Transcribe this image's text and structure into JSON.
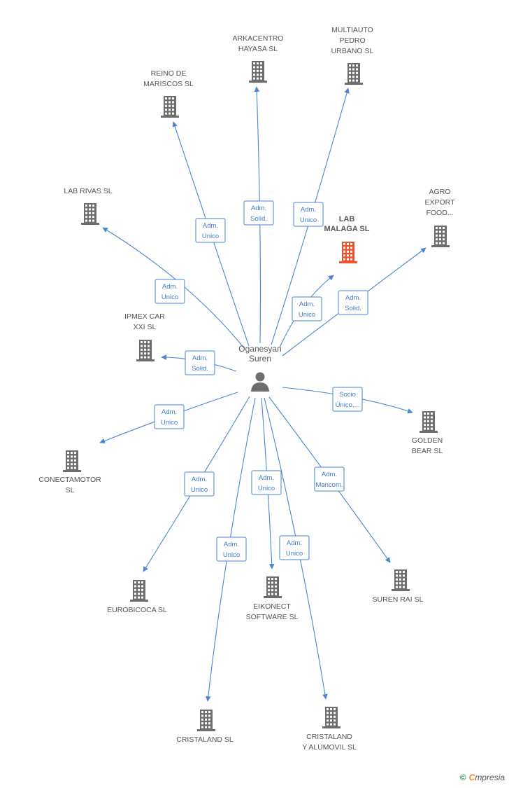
{
  "center": {
    "name_lines": [
      "Oganesyan",
      "Suren"
    ],
    "icon": "person-icon"
  },
  "colors": {
    "edge": "#4a86d1",
    "edge_text": "#3f7dc8",
    "building": "#6d6d6d",
    "building_highlight": "#f0522b",
    "person": "#6d6d6d"
  },
  "companies": [
    {
      "id": "arkacentro",
      "lines": [
        "ARKACENTRO",
        "HAYASA SL"
      ],
      "icon": "building-icon",
      "edge": [
        "Adm.",
        "Solid."
      ]
    },
    {
      "id": "multiauto",
      "lines": [
        "MULTIAUTO",
        "PEDRO",
        "URBANO SL"
      ],
      "icon": "building-icon",
      "edge": [
        "Adm.",
        "Unico"
      ]
    },
    {
      "id": "reino",
      "lines": [
        "REINO DE",
        "MARISCOS SL"
      ],
      "icon": "building-icon",
      "edge": [
        "Adm.",
        "Unico"
      ]
    },
    {
      "id": "labrivas",
      "lines": [
        "LAB RIVAS SL"
      ],
      "icon": "building-icon",
      "edge": [
        "Adm.",
        "Unico"
      ]
    },
    {
      "id": "labmalaga",
      "lines": [
        "LAB",
        "MALAGA SL"
      ],
      "icon": "building-icon",
      "highlight": true,
      "edge": [
        "Adm.",
        "Unico"
      ]
    },
    {
      "id": "agro",
      "lines": [
        "AGRO",
        "EXPORT",
        "FOOD..."
      ],
      "icon": "building-icon",
      "edge": [
        "Adm.",
        "Solid."
      ]
    },
    {
      "id": "ipmex",
      "lines": [
        "IPMEX CAR",
        "XXI SL"
      ],
      "icon": "building-icon",
      "edge": [
        "Adm.",
        "Solid."
      ]
    },
    {
      "id": "golden",
      "lines": [
        "GOLDEN",
        "BEAR SL"
      ],
      "icon": "building-icon",
      "edge": [
        "Socio",
        "Único,..."
      ]
    },
    {
      "id": "conecta",
      "lines": [
        "CONECTAMOTOR",
        "SL"
      ],
      "icon": "building-icon",
      "edge": [
        "Adm.",
        "Unico"
      ]
    },
    {
      "id": "eurobi",
      "lines": [
        "EUROBICOCA SL"
      ],
      "icon": "building-icon",
      "edge": [
        "Adm.",
        "Unico"
      ]
    },
    {
      "id": "eikonect",
      "lines": [
        "EIKONECT",
        "SOFTWARE SL"
      ],
      "icon": "building-icon",
      "edge": [
        "Adm.",
        "Unico"
      ]
    },
    {
      "id": "surenrai",
      "lines": [
        "SUREN RAI SL"
      ],
      "icon": "building-icon",
      "edge": [
        "Adm.",
        "Mancom."
      ]
    },
    {
      "id": "cristaland",
      "lines": [
        "CRISTALAND SL"
      ],
      "icon": "building-icon",
      "edge": [
        "Adm.",
        "Unico"
      ]
    },
    {
      "id": "cristaland2",
      "lines": [
        "CRISTALAND",
        "Y ALUMOVIL  SL"
      ],
      "icon": "building-icon",
      "edge": [
        "Adm.",
        "Unico"
      ]
    }
  ],
  "footer": {
    "copyright": "©",
    "brand_first": "C",
    "brand_rest": "mpresia"
  }
}
